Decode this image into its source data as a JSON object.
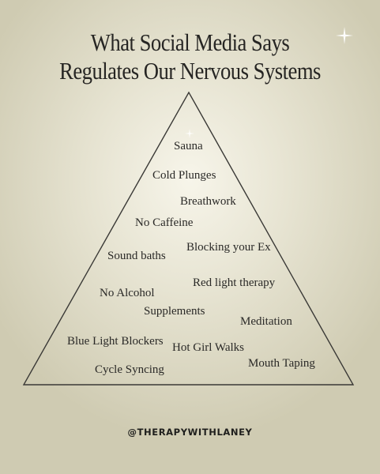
{
  "title": {
    "line1": "What Social Media Says",
    "line2": "Regulates Our Nervous Systems"
  },
  "pyramid_items": [
    "Sauna",
    "Cold Plunges",
    "Breathwork",
    "No Caffeine",
    "Blocking your Ex",
    "Sound baths",
    "Red light therapy",
    "No Alcohol",
    "Supplements",
    "Meditation",
    "Blue Light Blockers",
    "Hot Girl Walks",
    "Mouth Taping",
    "Cycle Syncing"
  ],
  "footer": {
    "handle": "@THERAPYWITHLANEY"
  },
  "colors": {
    "background": "#e6e3d1",
    "text": "#262523",
    "pyramid_stroke": "#3a3936"
  },
  "icons": [
    "sparkle-icon",
    "sparkle-icon"
  ]
}
